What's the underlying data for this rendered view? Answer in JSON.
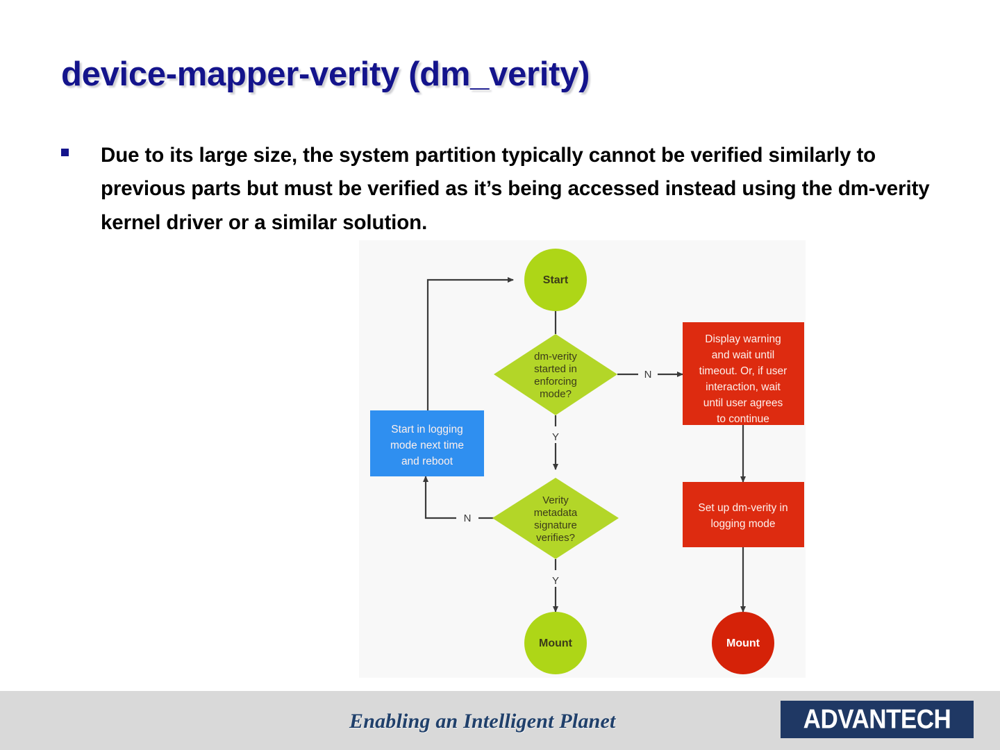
{
  "slide": {
    "title": "device-mapper-verity (dm_verity)",
    "bullet_text": "Due to its large size, the system partition typically cannot be verified similarly to previous parts but must be verified as it’s being accessed instead using the dm-verity kernel driver or a similar solution."
  },
  "colors": {
    "title": "#14148c",
    "bullet_marker": "#14148c",
    "green": "#aed617",
    "red": "#dd2b10",
    "blue": "#2f8ff0",
    "panel_bg": "#f8f8f8",
    "footer_bg": "#d9d9d9",
    "logo_bg": "#1f3864",
    "connector": "#3a3a3a"
  },
  "diagram": {
    "type": "flowchart",
    "title": "dm-verity boot decision flow",
    "nodes": [
      {
        "id": "start",
        "shape": "circle",
        "color": "green",
        "label": "Start"
      },
      {
        "id": "enforcing",
        "shape": "diamond",
        "color": "green",
        "label": "dm-verity started in enforcing mode?",
        "lines": [
          "dm-verity",
          "started in",
          "enforcing",
          "mode?"
        ]
      },
      {
        "id": "warning",
        "shape": "rectangle",
        "color": "red",
        "label": "Display warning and wait until timeout. Or, if user interaction, wait until user agrees to continue",
        "lines": [
          "Display warning",
          "and wait until",
          "timeout. Or, if user",
          "interaction, wait",
          "until user agrees",
          "to continue"
        ]
      },
      {
        "id": "logging-box",
        "shape": "rectangle",
        "color": "blue",
        "label": "Start in logging mode next time and reboot",
        "lines": [
          "Start in logging",
          "mode next time",
          "and reboot"
        ]
      },
      {
        "id": "signature",
        "shape": "diamond",
        "color": "green",
        "label": "Verity metadata signature verifies?",
        "lines": [
          "Verity",
          "metadata",
          "signature",
          "verifies?"
        ]
      },
      {
        "id": "setup-logging",
        "shape": "rectangle",
        "color": "red",
        "label": "Set up dm-verity in logging mode",
        "lines": [
          "Set up dm-verity in",
          "logging mode"
        ]
      },
      {
        "id": "mount-green",
        "shape": "circle",
        "color": "green",
        "label": "Mount"
      },
      {
        "id": "mount-red",
        "shape": "circle",
        "color": "red",
        "label": "Mount"
      }
    ],
    "edges": [
      {
        "from": "logging-box",
        "to": "start",
        "label": ""
      },
      {
        "from": "start",
        "to": "enforcing",
        "label": ""
      },
      {
        "from": "enforcing",
        "to": "warning",
        "label": "N"
      },
      {
        "from": "enforcing",
        "to": "signature",
        "label": "Y"
      },
      {
        "from": "signature",
        "to": "logging-box",
        "label": "N"
      },
      {
        "from": "signature",
        "to": "mount-green",
        "label": "Y"
      },
      {
        "from": "warning",
        "to": "setup-logging",
        "label": ""
      },
      {
        "from": "setup-logging",
        "to": "mount-red",
        "label": ""
      }
    ]
  },
  "footer": {
    "tagline": "Enabling an Intelligent Planet",
    "logo_text": "ADVANTECH"
  }
}
